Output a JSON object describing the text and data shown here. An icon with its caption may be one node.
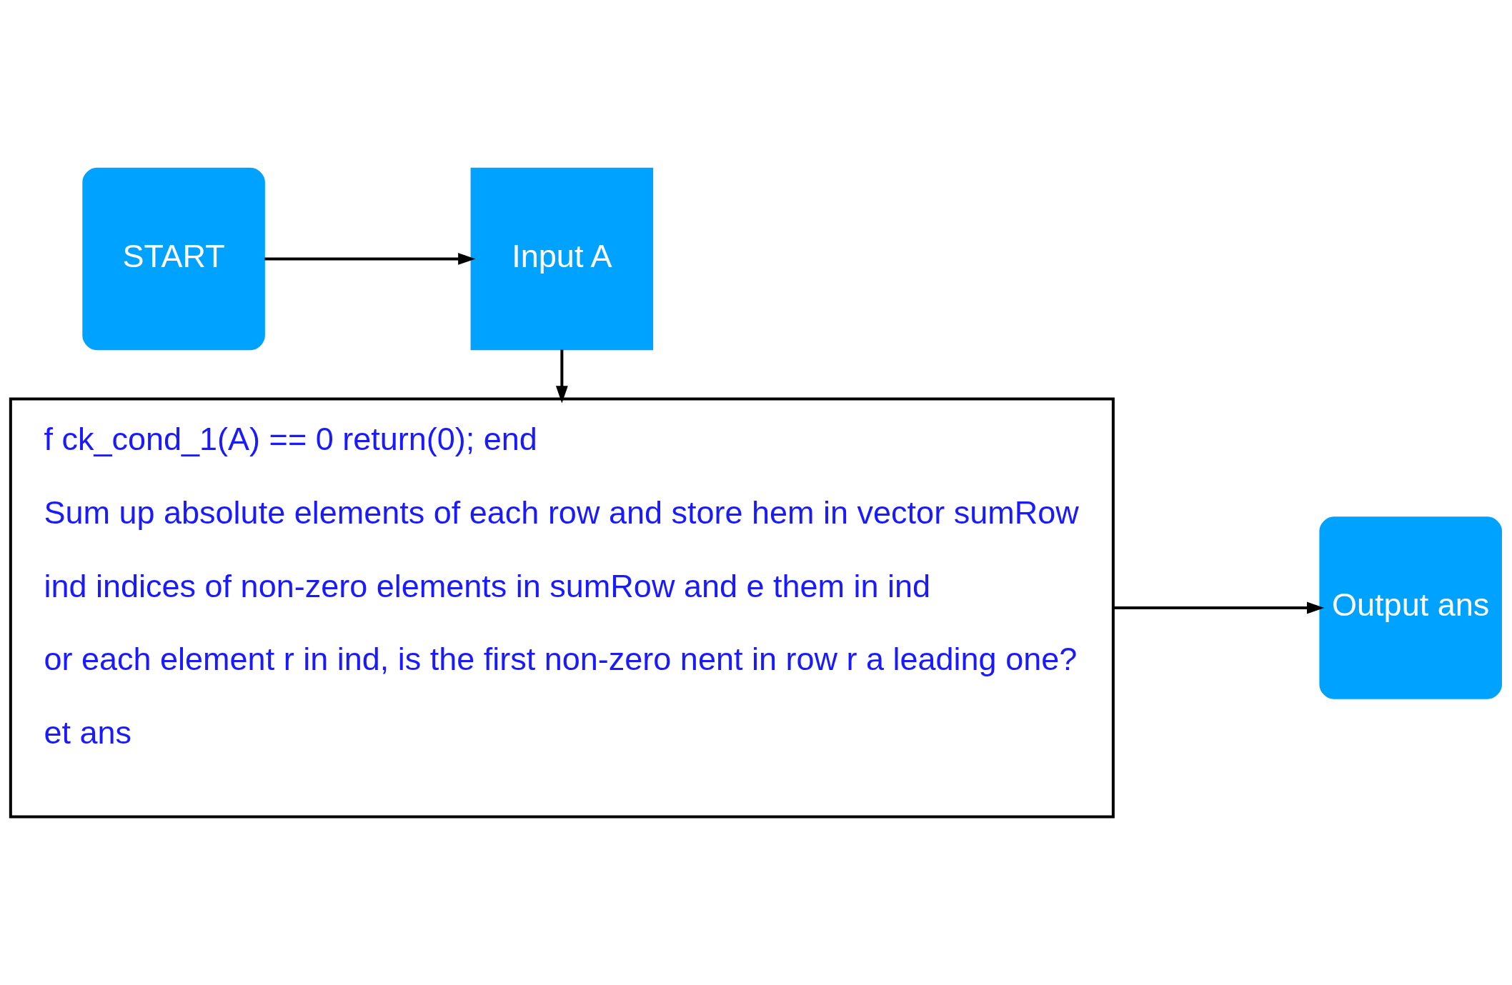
{
  "diagram": {
    "nodes": [
      {
        "text": [
          "START"
        ]
      },
      {
        "text": [
          "Input A"
        ]
      },
      {
        "text": [
          "f ck_cond_1(A) == 0 return(0); end",
          "Sum up absolute elements of each row and store hem in vector sumRow",
          "ind indices of non-zero elements in sumRow and e them in ind",
          "or each element r in ind, is the first non-zero nent in row r a leading one?",
          "et ans"
        ]
      },
      {
        "text": [
          "Output ans"
        ]
      }
    ],
    "edges": [
      {
        "from": 0,
        "to": 1,
        "arrow": "to"
      },
      {
        "from": 1,
        "to": 2,
        "arrow": "to"
      },
      {
        "from": 2,
        "to": 3,
        "arrow": "to"
      }
    ]
  }
}
